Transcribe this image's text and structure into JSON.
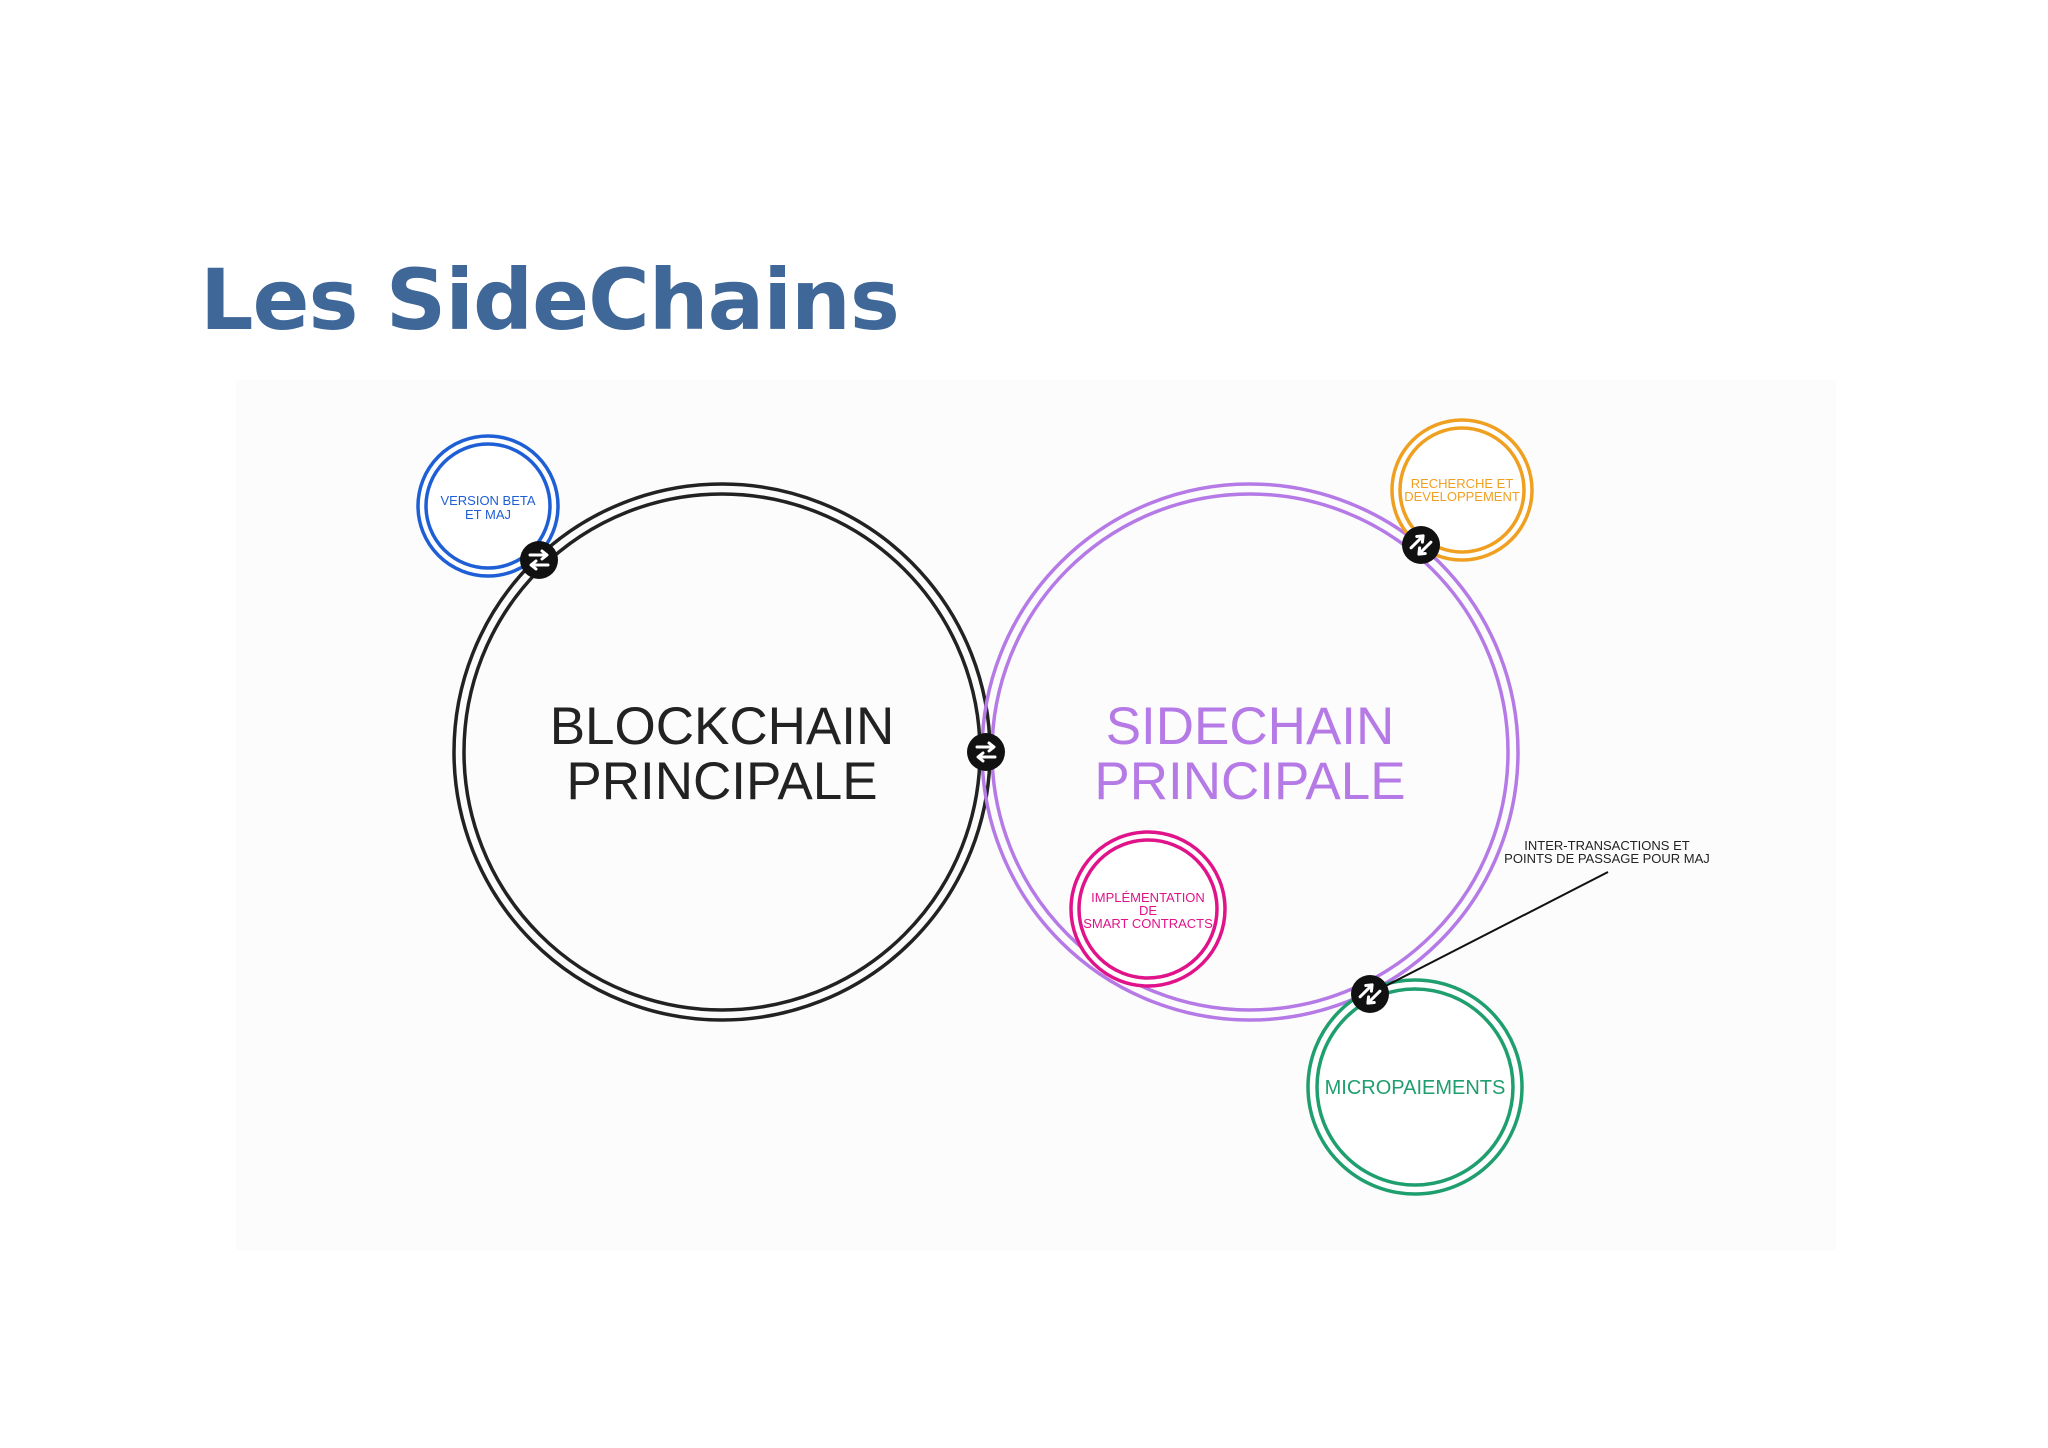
{
  "title": "Les SideChains",
  "nodes": {
    "blockchain": {
      "line1": "BLOCKCHAIN",
      "line2": "PRINCIPALE",
      "color": "#222222"
    },
    "sidechain": {
      "line1": "SIDECHAIN",
      "line2": "PRINCIPALE",
      "color": "#b57ae6"
    },
    "version": {
      "line1": "VERSION BETA",
      "line2": "ET MAJ",
      "color": "#1e5fd6"
    },
    "recherche": {
      "line1": "RECHERCHE ET",
      "line2": "DEVELOPPEMENT",
      "color": "#f0a020"
    },
    "smart": {
      "line1": "IMPLÉMENTATION",
      "line2": "DE",
      "line3": "SMART CONTRACTS",
      "color": "#e0138a"
    },
    "micro": {
      "label": "MICROPAIEMENTS",
      "color": "#1f9e6e"
    }
  },
  "annotation": {
    "line1": "INTER-TRANSACTIONS ET",
    "line2": "POINTS DE PASSAGE POUR MAJ"
  },
  "connector_icon": "swap-arrows-icon"
}
